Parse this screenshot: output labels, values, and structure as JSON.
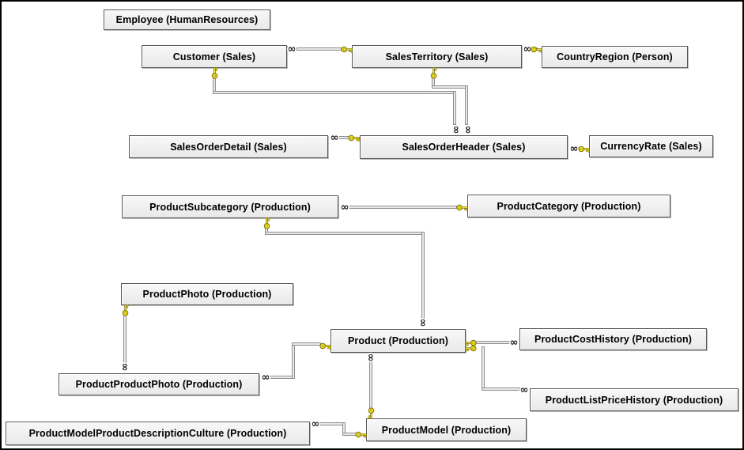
{
  "diagram": {
    "type": "database-diagram",
    "background_color": "#ffffff",
    "frame_color": "#000000",
    "table_fill_color": "#efefef",
    "table_border_color": "#565656",
    "table_text_color": "#000000",
    "key_icon_color": "#f0e10c",
    "line_color": "#e8e8e8",
    "tables": [
      {
        "id": "employee",
        "label": "Employee (HumanResources)"
      },
      {
        "id": "customer",
        "label": "Customer (Sales)"
      },
      {
        "id": "sales-territory",
        "label": "SalesTerritory (Sales)"
      },
      {
        "id": "country-region",
        "label": "CountryRegion (Person)"
      },
      {
        "id": "sales-order-detail",
        "label": "SalesOrderDetail (Sales)"
      },
      {
        "id": "sales-order-header",
        "label": "SalesOrderHeader (Sales)"
      },
      {
        "id": "currency-rate",
        "label": "CurrencyRate (Sales)"
      },
      {
        "id": "product-subcategory",
        "label": "ProductSubcategory (Production)"
      },
      {
        "id": "product-category",
        "label": "ProductCategory (Production)"
      },
      {
        "id": "product-photo",
        "label": "ProductPhoto (Production)"
      },
      {
        "id": "product",
        "label": "Product (Production)"
      },
      {
        "id": "product-cost-history",
        "label": "ProductCostHistory (Production)"
      },
      {
        "id": "product-product-photo",
        "label": "ProductProductPhoto (Production)"
      },
      {
        "id": "product-list-price-history",
        "label": "ProductListPriceHistory (Production)"
      },
      {
        "id": "product-model-product-description-culture",
        "label": "ProductModelProductDescriptionCulture (Production)"
      },
      {
        "id": "product-model",
        "label": "ProductModel (Production)"
      }
    ],
    "relationships": [
      {
        "one": "SalesTerritory (Sales)",
        "many": "Customer (Sales)",
        "one_symbol": "key",
        "many_symbol": "infinity"
      },
      {
        "one": "CountryRegion (Person)",
        "many": "SalesTerritory (Sales)",
        "one_symbol": "key",
        "many_symbol": "infinity"
      },
      {
        "one": "Customer (Sales)",
        "many": "SalesOrderHeader (Sales)",
        "one_symbol": "key",
        "many_symbol": "infinity"
      },
      {
        "one": "SalesTerritory (Sales)",
        "many": "SalesOrderHeader (Sales)",
        "one_symbol": "key",
        "many_symbol": "infinity"
      },
      {
        "one": "SalesOrderHeader (Sales)",
        "many": "SalesOrderDetail (Sales)",
        "one_symbol": "key",
        "many_symbol": "infinity"
      },
      {
        "one": "CurrencyRate (Sales)",
        "many": "SalesOrderHeader (Sales)",
        "one_symbol": "key",
        "many_symbol": "infinity"
      },
      {
        "one": "ProductCategory (Production)",
        "many": "ProductSubcategory (Production)",
        "one_symbol": "key",
        "many_symbol": "infinity"
      },
      {
        "one": "ProductSubcategory (Production)",
        "many": "Product (Production)",
        "one_symbol": "key",
        "many_symbol": "infinity"
      },
      {
        "one": "ProductPhoto (Production)",
        "many": "ProductProductPhoto (Production)",
        "one_symbol": "key",
        "many_symbol": "infinity"
      },
      {
        "one": "Product (Production)",
        "many": "ProductProductPhoto (Production)",
        "one_symbol": "key",
        "many_symbol": "infinity"
      },
      {
        "one": "Product (Production)",
        "many": "ProductCostHistory (Production)",
        "one_symbol": "key",
        "many_symbol": "infinity"
      },
      {
        "one": "Product (Production)",
        "many": "ProductListPriceHistory (Production)",
        "one_symbol": "key",
        "many_symbol": "infinity"
      },
      {
        "one": "ProductModel (Production)",
        "many": "Product (Production)",
        "one_symbol": "key",
        "many_symbol": "infinity"
      },
      {
        "one": "ProductModel (Production)",
        "many": "ProductModelProductDescriptionCulture (Production)",
        "one_symbol": "key",
        "many_symbol": "infinity"
      }
    ]
  }
}
